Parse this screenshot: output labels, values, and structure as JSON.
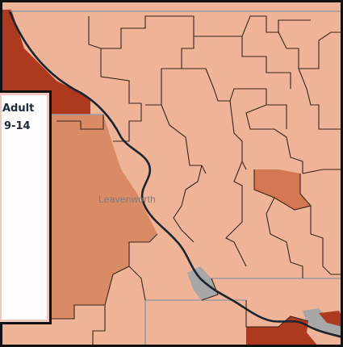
{
  "map": {
    "place_label": "Leavenworth",
    "colors": {
      "light_tract": "#efb497",
      "medium_tract": "#d98b66",
      "mid_tract": "#d47853",
      "dark_tract": "#ad3a1f",
      "no_data": "#a7a7a7",
      "river": "#1b2530",
      "tract_border": "#3a2418",
      "road": "#9c9c9c"
    }
  },
  "panel": {
    "title_fragment": "Adult",
    "subtitle_fragment": "9-14"
  }
}
